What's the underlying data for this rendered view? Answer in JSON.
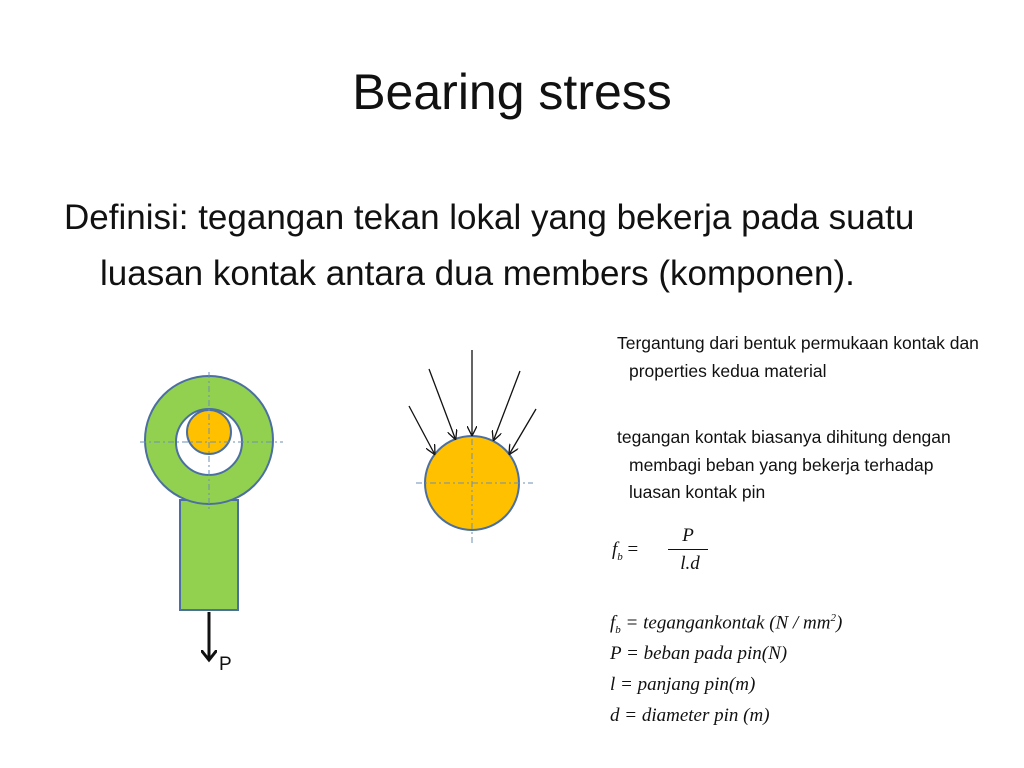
{
  "slide": {
    "title": "Bearing stress",
    "definition": "Definisi: tegangan tekan lokal yang bekerja pada suatu luasan kontak antara dua members (komponen).",
    "notes": [
      "Tergantung dari bentuk permukaan kontak dan properties kedua material",
      "tegangan kontak biasanya dihitung dengan membagi beban yang bekerja terhadap luasan kontak pin"
    ],
    "load_label": "P"
  },
  "formula": {
    "lhs_var": "f",
    "lhs_sub": "b",
    "eq": "=",
    "numerator": "P",
    "denominator": "l.d"
  },
  "definitions": [
    {
      "var": "f",
      "sub": "b",
      "text": " = tegangankontak (N / mm",
      "sup": "2",
      "end": ")"
    },
    {
      "var": "P",
      "sub": "",
      "text": " = beban pada pin(N)",
      "sup": "",
      "end": ""
    },
    {
      "var": "l",
      "sub": "",
      "text": " = panjang pin(m)",
      "sup": "",
      "end": ""
    },
    {
      "var": "d",
      "sub": "",
      "text": " = diameter pin (m)",
      "sup": "",
      "end": ""
    }
  ],
  "colors": {
    "green": "#92d050",
    "orange": "#ffc000",
    "stroke": "#4a6fa0",
    "centerline": "#6b8fb5"
  }
}
